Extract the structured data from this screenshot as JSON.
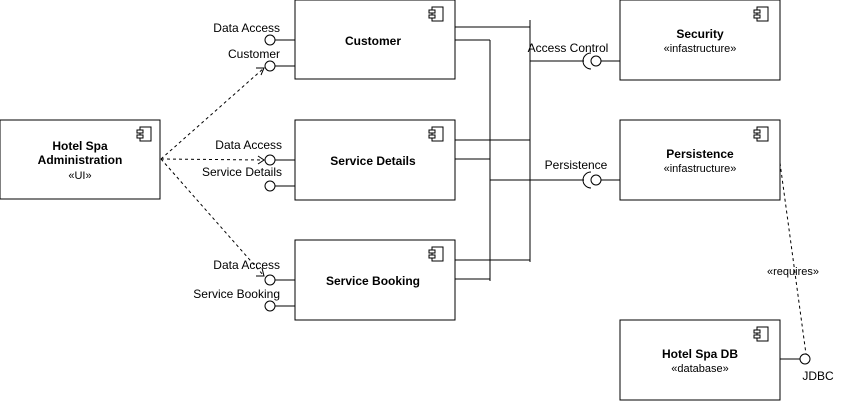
{
  "components": {
    "hotel_spa_admin": {
      "name_line1": "Hotel Spa",
      "name_line2": "Administration",
      "stereotype": "«UI»"
    },
    "customer": {
      "name": "Customer"
    },
    "service_details": {
      "name": "Service Details"
    },
    "service_booking": {
      "name": "Service Booking"
    },
    "security": {
      "name": "Security",
      "stereotype": "«infastructure»"
    },
    "persistence": {
      "name": "Persistence",
      "stereotype": "«infastructure»"
    },
    "hotel_spa_db": {
      "name": "Hotel Spa DB",
      "stereotype": "«database»"
    }
  },
  "interfaces": {
    "customer_data_access": "Data Access",
    "customer_customer": "Customer",
    "details_data_access": "Data Access",
    "details_service_details": "Service Details",
    "booking_data_access": "Data Access",
    "booking_service_booking": "Service Booking",
    "access_control": "Access Control",
    "persistence": "Persistence",
    "jdbc": "JDBC"
  },
  "relations": {
    "requires": "«requires»"
  }
}
